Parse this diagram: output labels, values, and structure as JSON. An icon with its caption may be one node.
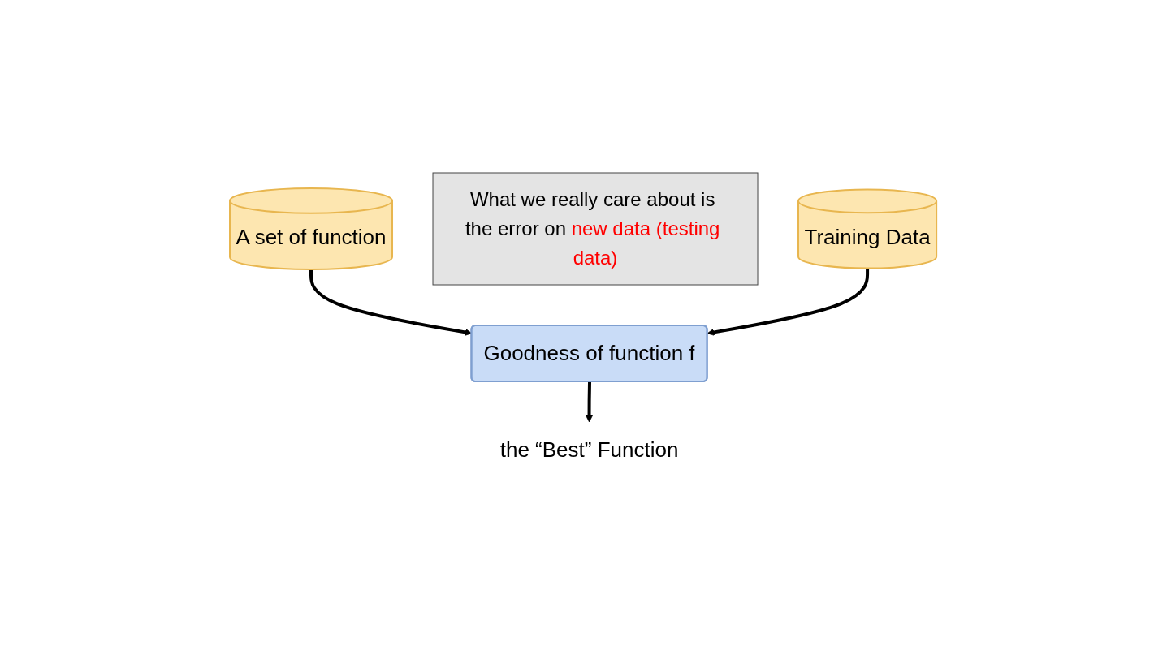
{
  "diagram": {
    "nodes": [
      {
        "text": [
          "A set of function"
        ]
      },
      {
        "text": [
          "Goodness of function f"
        ]
      },
      {
        "text": [
          "the “Best” Function"
        ]
      },
      {
        "text": [
          "What we really care about is the error on",
          "new data (testing data)"
        ]
      },
      {
        "text": [
          "Training Data"
        ]
      }
    ],
    "edges": [
      {
        "from": 0,
        "to": 1,
        "arrow": "to"
      },
      {
        "from": 4,
        "to": 1,
        "arrow": "to"
      },
      {
        "from": 1,
        "to": 2,
        "arrow": "to"
      }
    ]
  }
}
